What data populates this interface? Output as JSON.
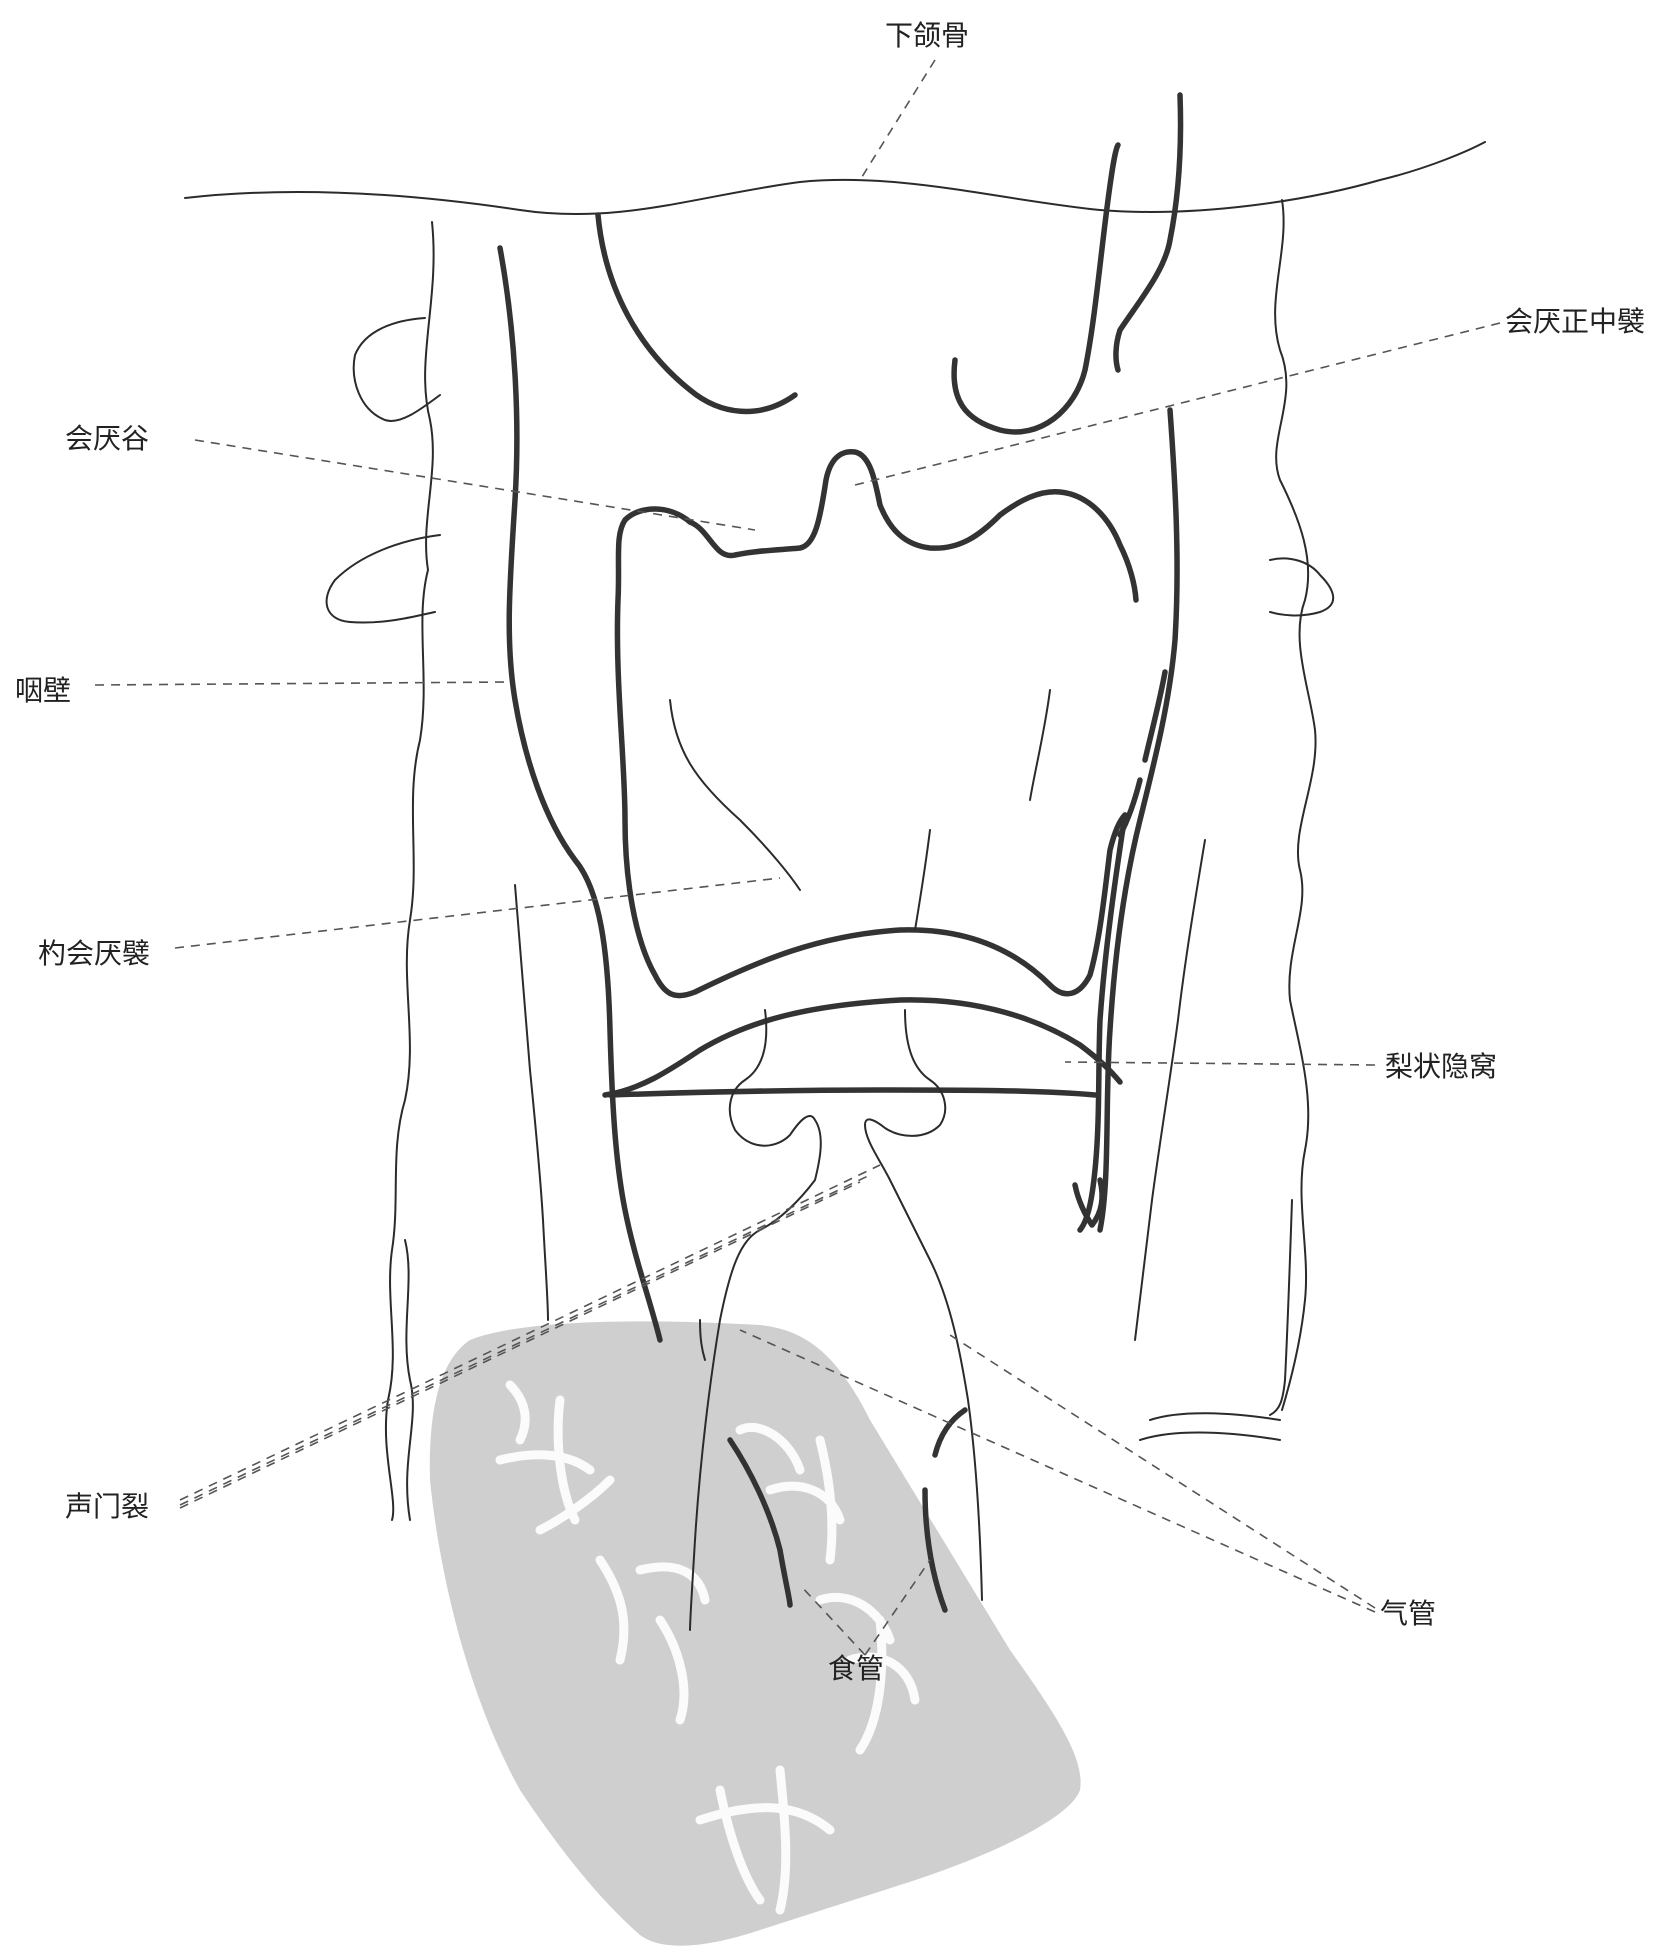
{
  "labels": {
    "mandible": "下颌骨",
    "epiglottic_median_fold": "会厌正中襞",
    "vallecula": "会厌谷",
    "pharyngeal_wall": "咽壁",
    "aryepiglottic_fold": "杓会厌襞",
    "piriform_recess": "梨状隐窝",
    "rima_glottidis": "声门裂",
    "trachea": "气管",
    "esophagus": "食管"
  },
  "colors": {
    "line": "#2b2b2b",
    "stamp": "#cfcfcf",
    "background": "#ffffff"
  }
}
